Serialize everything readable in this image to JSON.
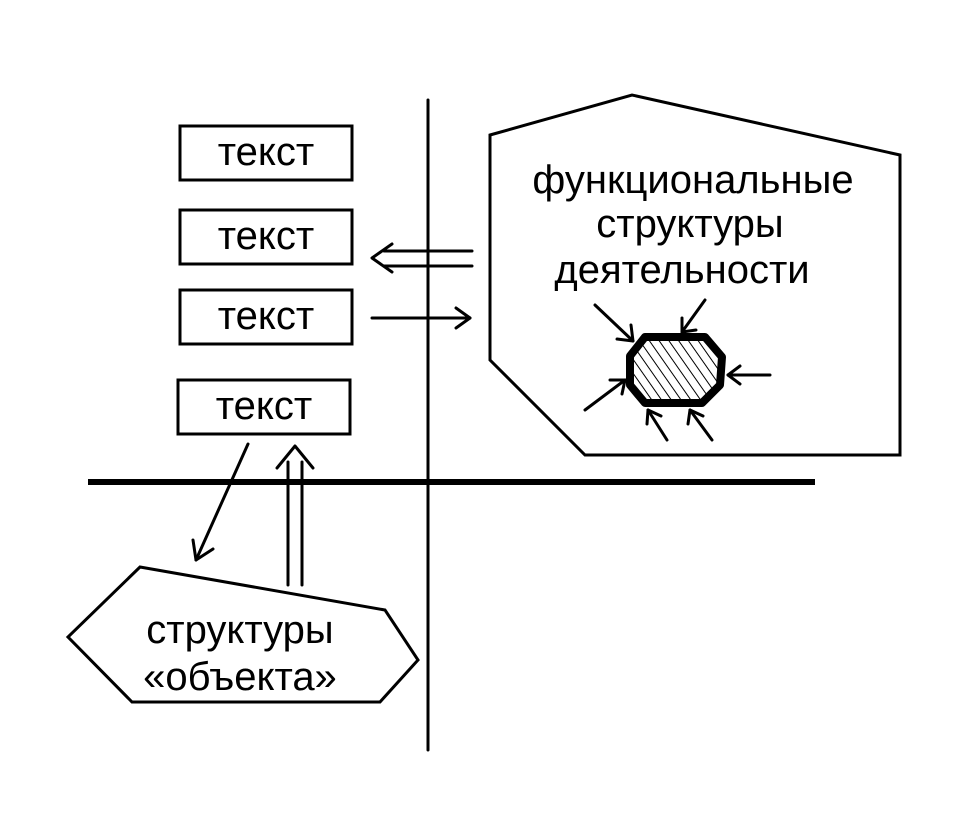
{
  "labels": {
    "box1": "текст",
    "box2": "текст",
    "box3": "текст",
    "box4": "текст",
    "functional": [
      "функциональные",
      "структуры",
      "деятельности"
    ],
    "object": [
      "структуры",
      "«объекта»"
    ]
  },
  "colors": {
    "stroke": "#000000",
    "background": "#ffffff"
  },
  "icons": {
    "hatched-core": "hatched-octagon-icon"
  }
}
